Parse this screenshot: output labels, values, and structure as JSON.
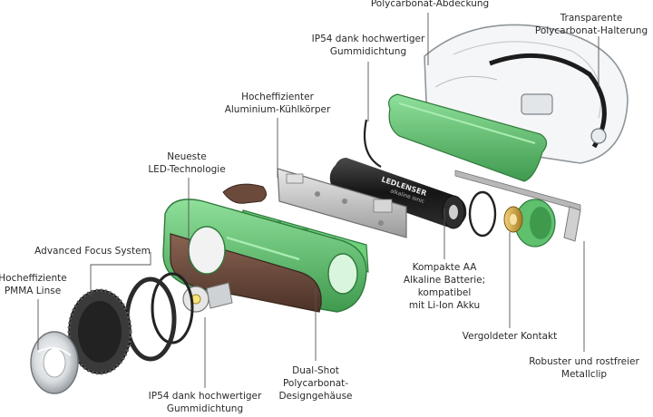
{
  "labels": {
    "polycarbonate_cover": [
      "Polycarbonat-Abdeckung"
    ],
    "transparent_holder": [
      "Transparente",
      "Polycarbonat-Halterung"
    ],
    "ip54_top": [
      "IP54 dank hochwertiger",
      "Gummidichtung"
    ],
    "heatsink": [
      "Hocheffizienter",
      "Aluminium-Kühlkörper"
    ],
    "led": [
      "Neueste",
      "LED-Technologie"
    ],
    "focus_system": [
      "Advanced Focus System"
    ],
    "pmma_lens": [
      "Hocheffiziente",
      "PMMA Linse"
    ],
    "battery": [
      "Kompakte AA",
      "Alkaline Batterie;",
      "kompatibel",
      "mit Li-Ion Akku"
    ],
    "gold_contact": [
      "Vergoldeter Kontakt"
    ],
    "metal_clip": [
      "Robuster und rostfreier",
      "Metallclip"
    ],
    "housing": [
      "Dual-Shot",
      "Polycarbonat-",
      "Designgehäuse"
    ],
    "ip54_bottom": [
      "IP54 dank hochwertiger",
      "Gummidichtung"
    ]
  },
  "battery_text": [
    "LEDLENSER",
    "alkaline ionic"
  ],
  "colors": {
    "green": "#5fc06e",
    "green_dark": "#3f9a4e",
    "brown": "#6b4a3c",
    "black": "#1c1c1c",
    "aluminium": "#c9c9c9",
    "gold": "#c8a040",
    "leader": "#555555"
  }
}
